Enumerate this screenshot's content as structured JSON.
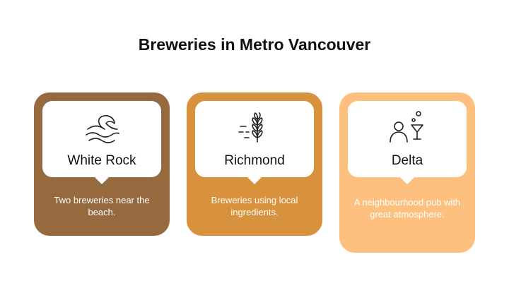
{
  "title": "Breweries in Metro Vancouver",
  "cards": [
    {
      "name": "White Rock",
      "description": "Two breweries near the beach.",
      "icon": "wave-icon",
      "color": "#96693f"
    },
    {
      "name": "Richmond",
      "description": "Breweries using local ingredients.",
      "icon": "wheat-icon",
      "color": "#d8913c"
    },
    {
      "name": "Delta",
      "description": "A neighbourhood pub with great atmosphere.",
      "icon": "person-cocktail-icon",
      "color": "#fec07f"
    }
  ]
}
